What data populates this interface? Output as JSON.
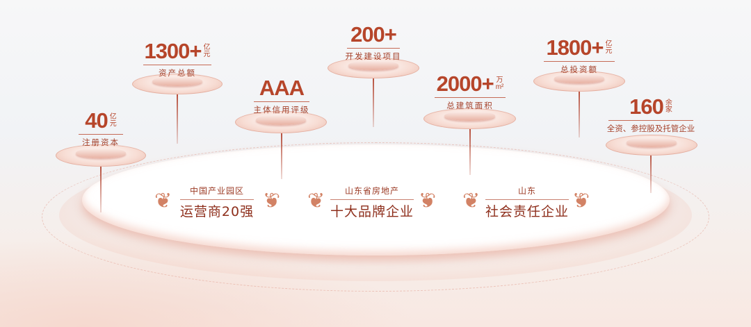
{
  "stats": [
    {
      "value": "40",
      "unit_top": "亿",
      "unit_bottom": "元",
      "label": "注册资本"
    },
    {
      "value": "1300+",
      "unit_top": "亿",
      "unit_bottom": "元",
      "label": "资产总额"
    },
    {
      "value": "AAA",
      "unit_top": "",
      "unit_bottom": "",
      "label": "主体信用评级"
    },
    {
      "value": "200+",
      "unit_top": "",
      "unit_bottom": "",
      "label": "开发建设项目"
    },
    {
      "value": "2000+",
      "unit_top": "万",
      "unit_bottom": "m²",
      "label": "总建筑面积"
    },
    {
      "value": "1800+",
      "unit_top": "亿",
      "unit_bottom": "元",
      "label": "总投资额"
    },
    {
      "value": "160",
      "unit_top": "余",
      "unit_bottom": "家",
      "label": "全资、参控股及托管企业"
    }
  ],
  "awards": [
    {
      "subtitle": "中国产业园区",
      "title": "运营商20强"
    },
    {
      "subtitle": "山东省房地产",
      "title": "十大品牌企业"
    },
    {
      "subtitle": "山东",
      "title": "社会责任企业"
    }
  ],
  "colors": {
    "accent": "#b6452a"
  }
}
